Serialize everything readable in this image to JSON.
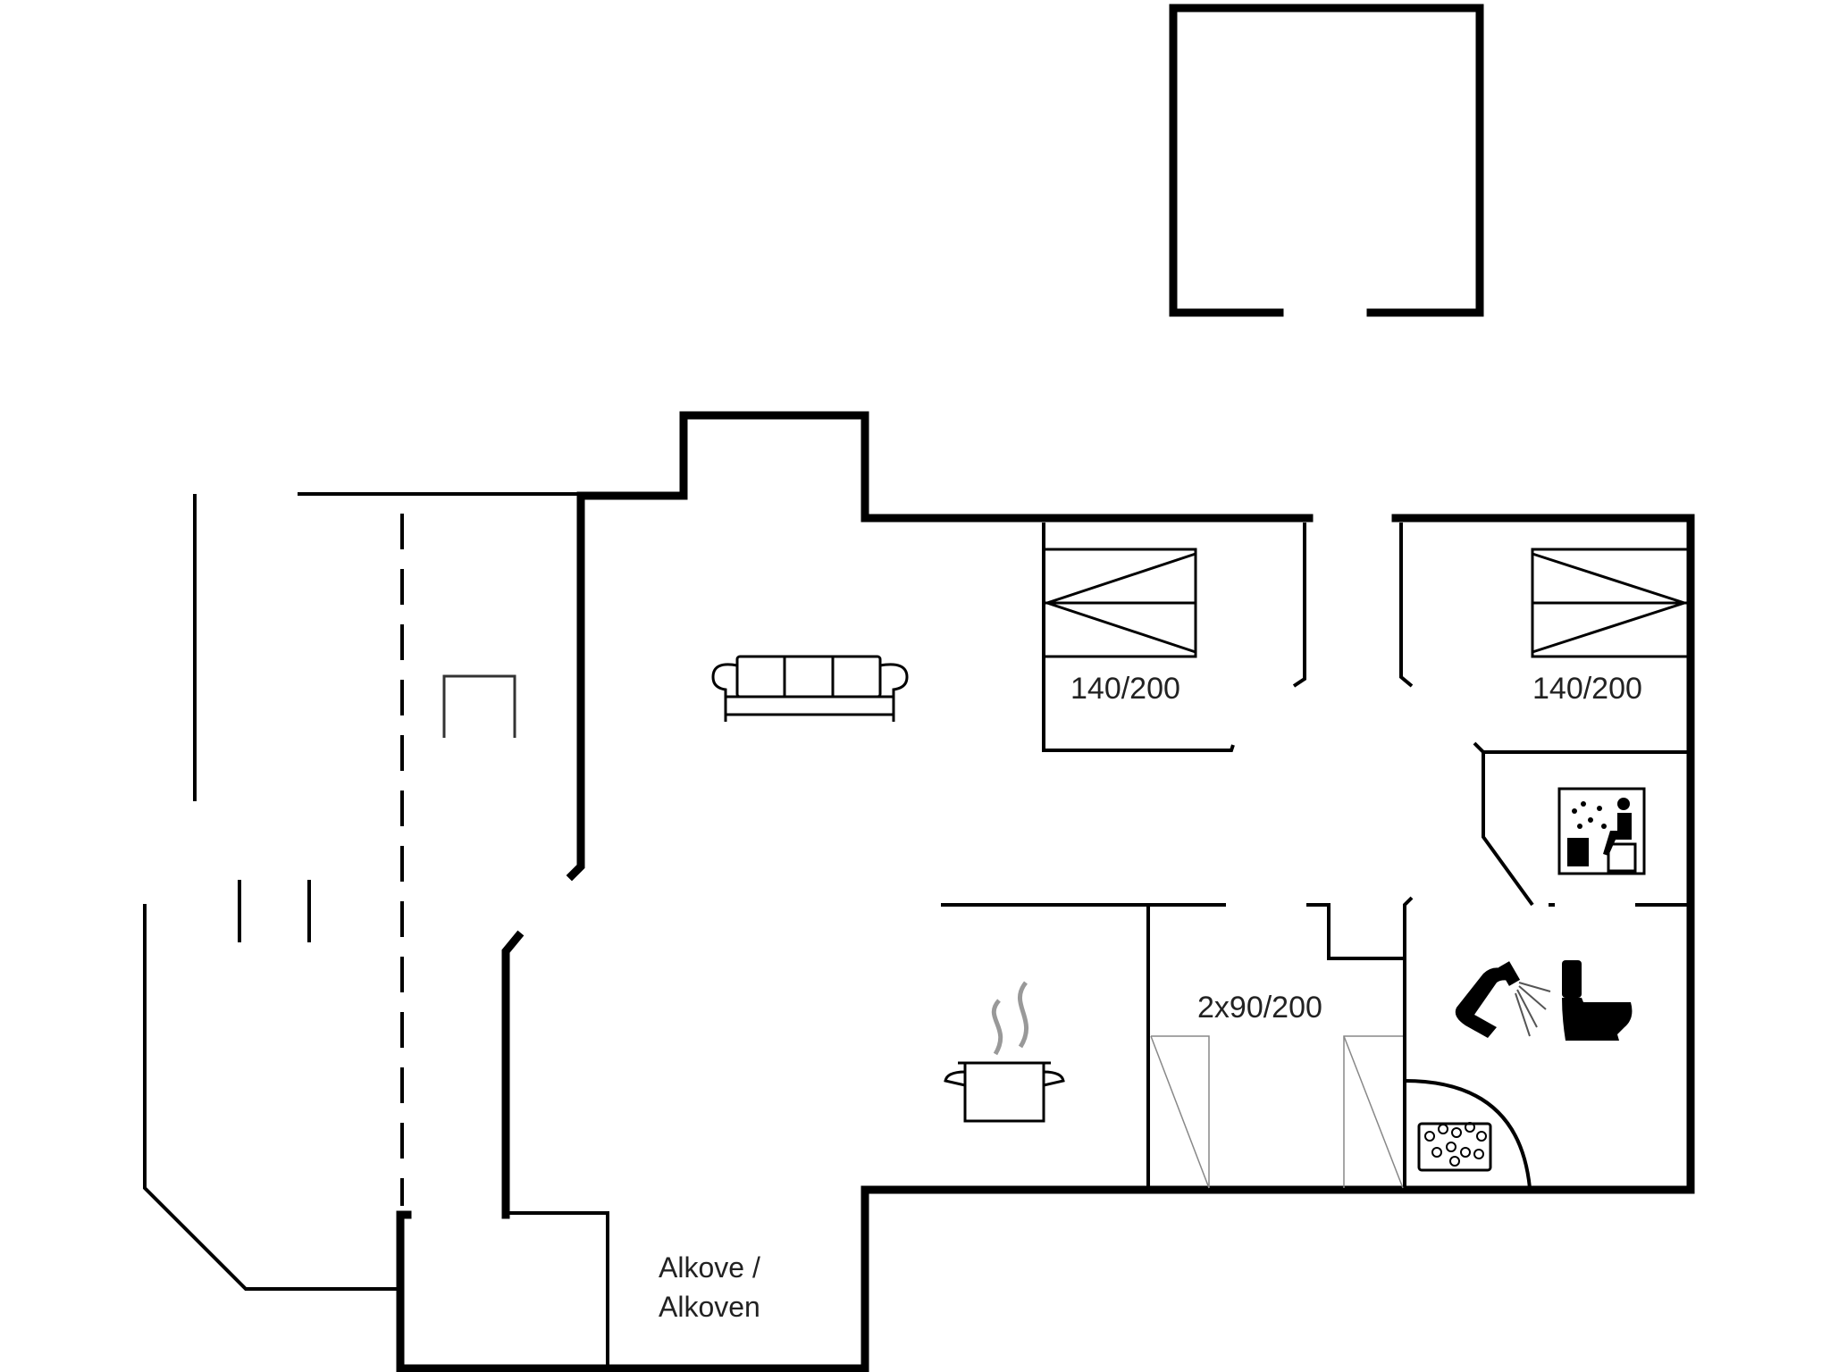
{
  "rooms": {
    "bedroom_1_bed": "140/200",
    "bedroom_2_bed": "140/200",
    "bedroom_3_bed": "2x90/200",
    "alcove_line1": "Alkove /",
    "alcove_line2": "Alkoven"
  },
  "icons": [
    "sofa-icon",
    "cooking-pot-icon",
    "sauna-icon",
    "shower-icon",
    "toilet-icon",
    "whirlpool-icon",
    "double-bed-icon"
  ]
}
